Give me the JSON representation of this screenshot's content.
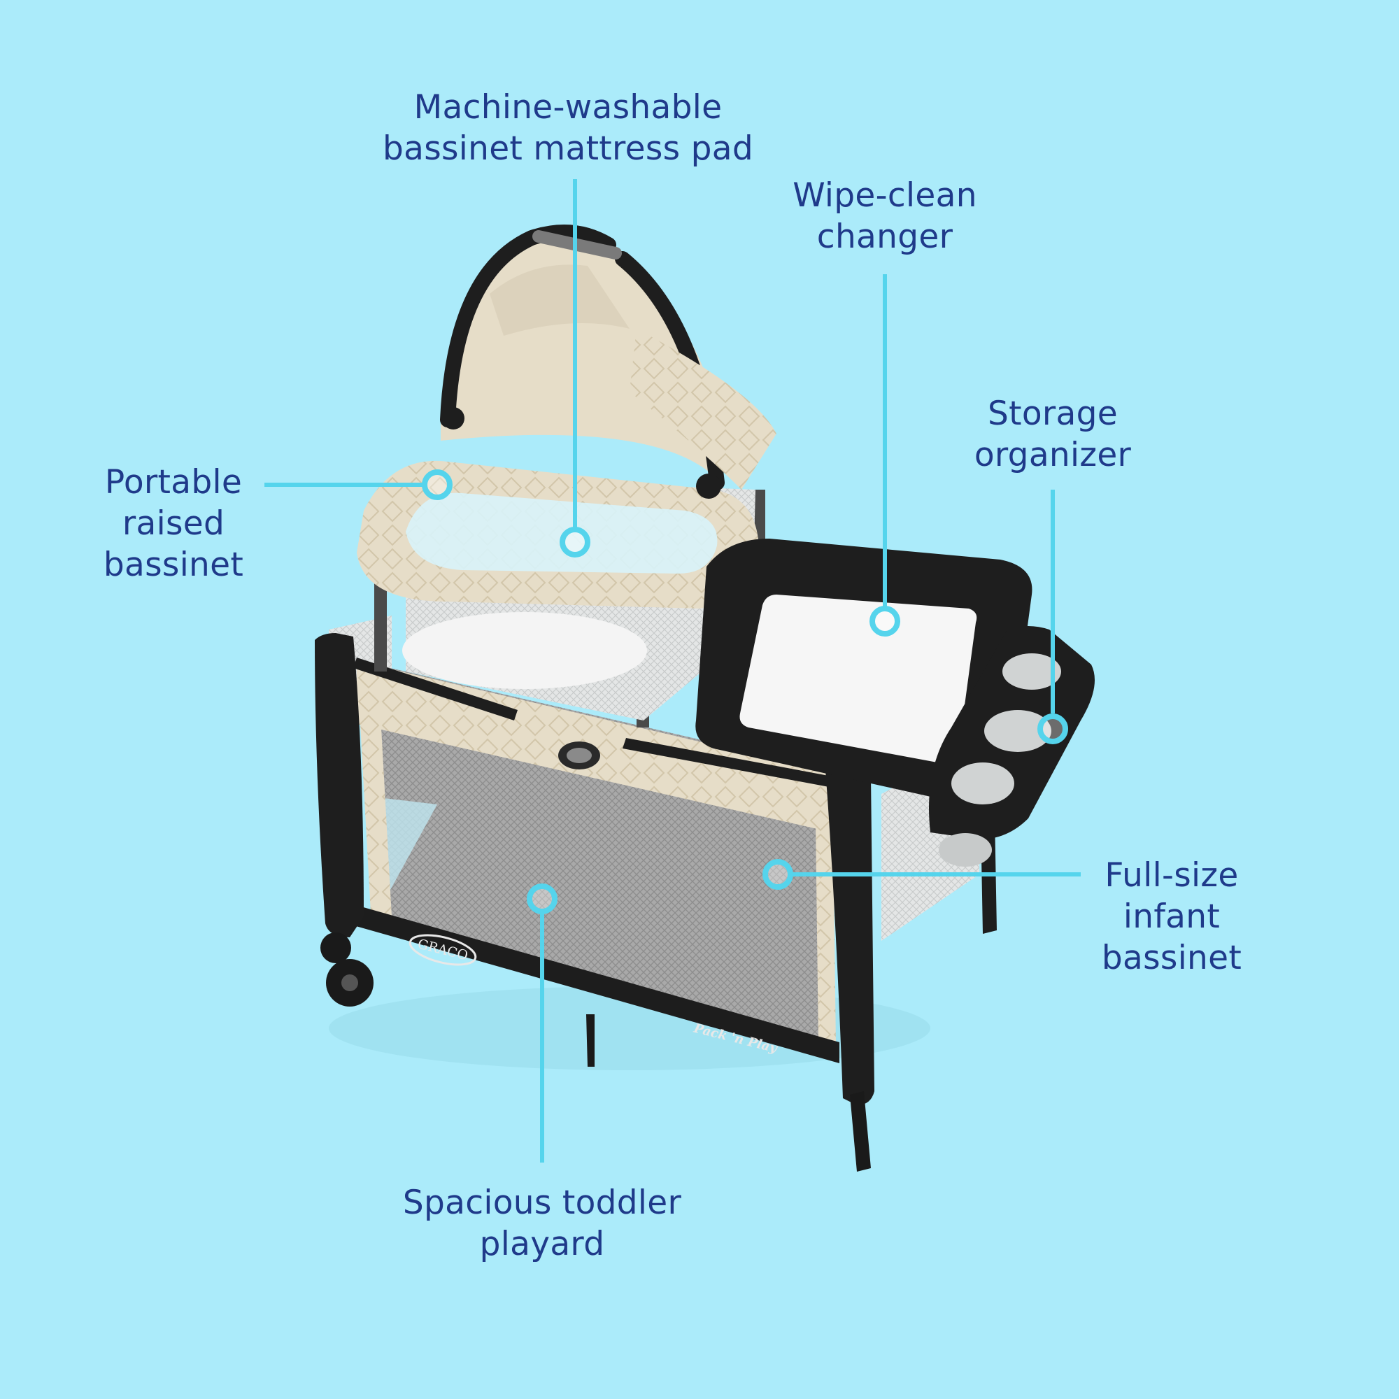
{
  "accent_color": "#55D4EC",
  "text_color": "#1F3A8A",
  "background_color": "#ABEBFA",
  "product": {
    "brand_logo_text": "GRACO",
    "model_logo_text": "Pack 'n Play"
  },
  "callouts": {
    "mattress": {
      "line1": "Machine-washable",
      "line2": "bassinet mattress pad"
    },
    "changer": {
      "line1": "Wipe-clean",
      "line2": "changer"
    },
    "storage": {
      "line1": "Storage",
      "line2": "organizer"
    },
    "portable": {
      "line1": "Portable",
      "line2": "raised",
      "line3": "bassinet"
    },
    "fullsize": {
      "line1": "Full-size",
      "line2": "infant",
      "line3": "bassinet"
    },
    "toddler": {
      "line1": "Spacious toddler",
      "line2": "playard"
    }
  }
}
